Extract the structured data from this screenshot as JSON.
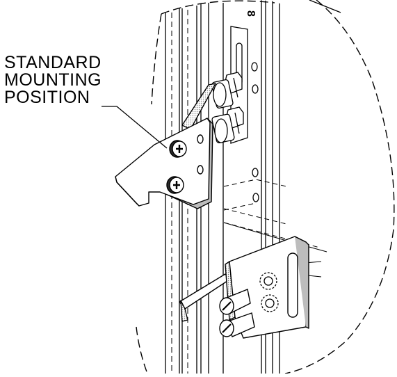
{
  "callout": {
    "lines": [
      "STANDARD",
      "MOUNTING",
      "POSITION"
    ]
  },
  "colors": {
    "ink": "#000000",
    "paper": "#ffffff",
    "shade": "#bdbdbd",
    "dark": "#3a3a3a"
  },
  "icons": [
    "phillips-screw-icon",
    "slotted-screw-icon",
    "lock-washer-icon",
    "mounting-bracket-icon"
  ]
}
